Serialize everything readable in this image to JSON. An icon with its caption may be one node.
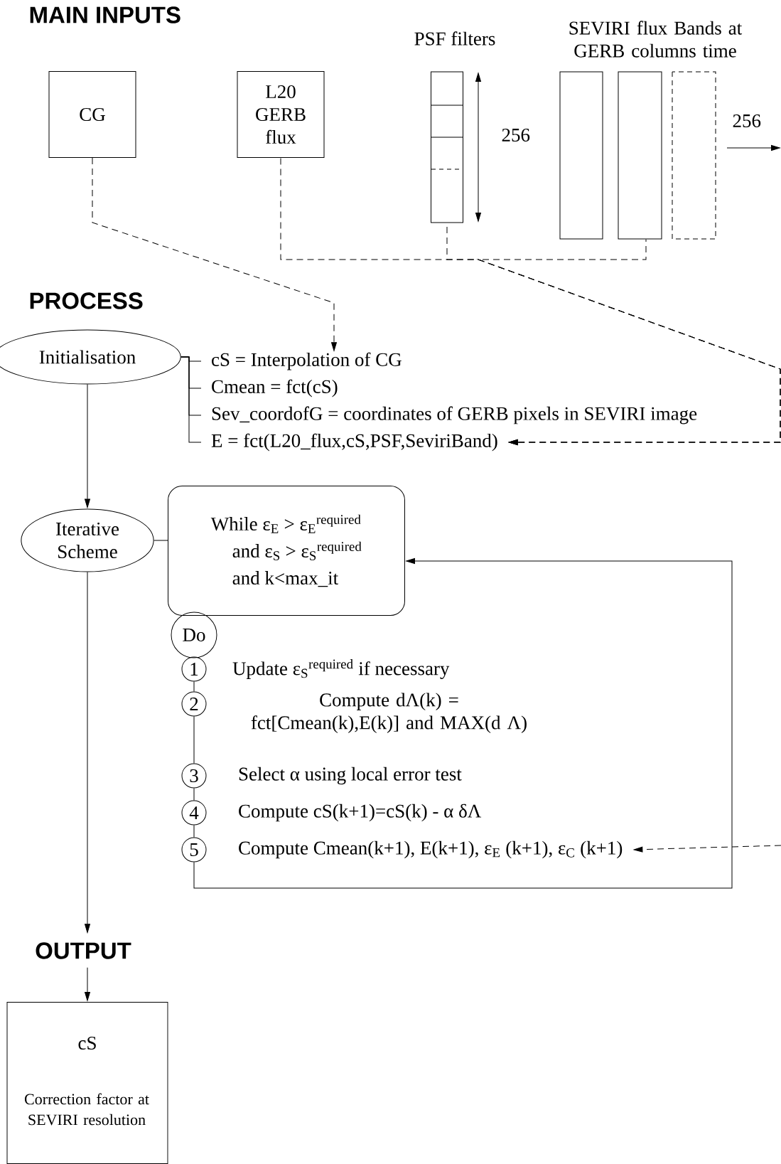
{
  "diagram": {
    "nodes": [
      {
        "text": [
          "CG"
        ]
      },
      {
        "text": [
          "L20 GERB flux"
        ]
      },
      {
        "text": [
          "PSF filters"
        ]
      },
      {
        "text": [
          "SEVIRI flux Bands at GERB columns time"
        ]
      },
      {
        "text": [
          "Initialisation"
        ]
      },
      {
        "text": [
          "cS = Interpolation of CG"
        ]
      },
      {
        "text": [
          "Cmean = fct(cS)"
        ]
      },
      {
        "text": [
          "Sev_coordofG = coordinates of GERB pixels in SEVIRI image"
        ]
      },
      {
        "text": [
          "E = fct(L20_flux,cS,PSF,SeviriBand)"
        ]
      },
      {
        "text": [
          "Iterative Scheme"
        ]
      },
      {
        "text": [
          "While ε$_{E}$ > ε$_{E}$$^{required}$",
          "and ε$_{S}$ > ε$_{S}$$^{required}$",
          "and k<max_it"
        ]
      },
      {
        "text": [
          "Do"
        ]
      },
      {
        "text": [
          "1"
        ],
        "beside": [
          "Update ε$_{S}$$^{required}$ if necessary"
        ]
      },
      {
        "text": [
          "2"
        ],
        "beside": [
          "Compute dΛ(k) = fct[Cmean(k),E(k)] and MAX(d Λ)"
        ]
      },
      {
        "text": [
          "3"
        ],
        "beside": [
          "Select α using local error test"
        ]
      },
      {
        "text": [
          "4"
        ],
        "beside": [
          "Compute cS(k+1)=cS(k) - α δΛ"
        ]
      },
      {
        "text": [
          "5"
        ],
        "beside": [
          "Compute Cmean(k+1), E(k+1), ε$_{E}$ (k+1), ε$_{C}$ (k+1)"
        ]
      },
      {
        "text": [
          "OUTPUT"
        ]
      },
      {
        "text": [
          "cS",
          "Correction factor at SEVIRI resolution"
        ]
      }
    ],
    "edges": [
      {
        "from": 0,
        "to": 5,
        "arrow": "to",
        "style": "dashed"
      },
      {
        "from": 1,
        "to": 8,
        "arrow": "to",
        "style": "dashed"
      },
      {
        "from": 2,
        "to": 8,
        "arrow": "to",
        "style": "dashed"
      },
      {
        "from": 3,
        "to": 8,
        "arrow": "to",
        "style": "dashed"
      },
      {
        "from": 4,
        "to": 5,
        "arrow": "none"
      },
      {
        "from": 4,
        "to": 6,
        "arrow": "none"
      },
      {
        "from": 4,
        "to": 7,
        "arrow": "none"
      },
      {
        "from": 4,
        "to": 8,
        "arrow": "none"
      },
      {
        "from": 4,
        "to": 9,
        "arrow": "to"
      },
      {
        "from": 9,
        "to": 10,
        "arrow": "none"
      },
      {
        "from": 12,
        "to": 13,
        "arrow": "none"
      },
      {
        "from": 13,
        "to": 14,
        "arrow": "none"
      },
      {
        "from": 14,
        "to": 15,
        "arrow": "none"
      },
      {
        "from": 15,
        "to": 16,
        "arrow": "none"
      },
      {
        "from": 16,
        "to": 10,
        "arrow": "to"
      },
      {
        "from": null,
        "to": 16,
        "arrow": "to",
        "style": "dashed"
      },
      {
        "from": 9,
        "to": 17,
        "arrow": "to"
      },
      {
        "from": 17,
        "to": 18,
        "arrow": "to"
      }
    ],
    "labels": [
      "MAIN INPUTS",
      "256",
      "256",
      "PROCESS"
    ]
  }
}
